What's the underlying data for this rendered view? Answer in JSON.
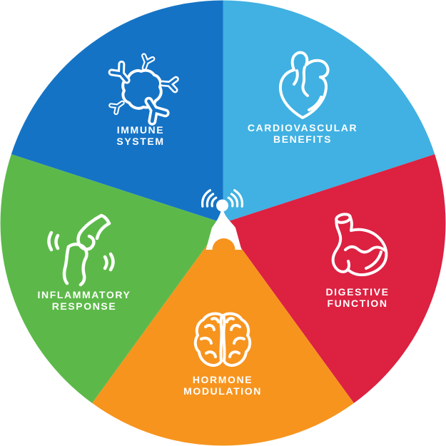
{
  "wheel": {
    "center_icon": "broadcast-beacon",
    "text_color": "#ffffff",
    "segments": [
      {
        "id": "immune-system",
        "label": "IMMUNE\nSYSTEM",
        "color": "#1573c5",
        "icon": "immune-cell-antibodies-icon"
      },
      {
        "id": "cardiovascular-benefits",
        "label": "CARDIOVASCULAR\nBENEFITS",
        "color": "#40b1e2",
        "icon": "anatomical-heart-icon"
      },
      {
        "id": "digestive-function",
        "label": "DIGESTIVE\nFUNCTION",
        "color": "#dc2141",
        "icon": "stomach-icon"
      },
      {
        "id": "hormone-modulation",
        "label": "HORMONE\nMODULATION",
        "color": "#f7941e",
        "icon": "brain-icon"
      },
      {
        "id": "inflammatory-response",
        "label": "INFLAMMATORY\nRESPONSE",
        "color": "#5cb949",
        "icon": "knee-joint-icon"
      }
    ]
  }
}
